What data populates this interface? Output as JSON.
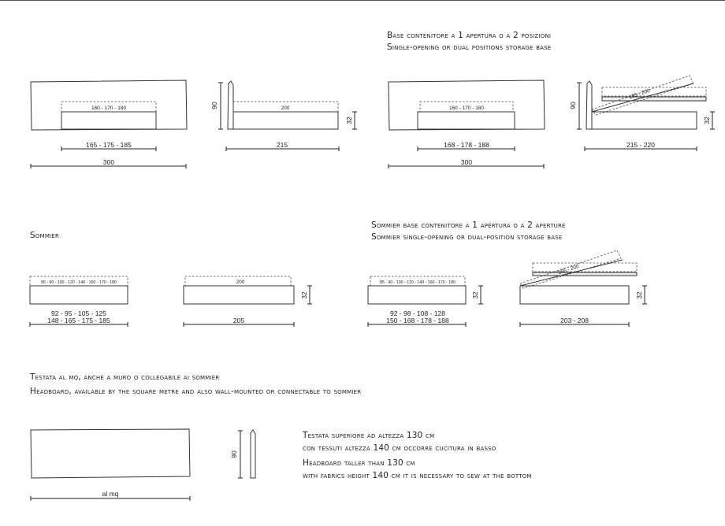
{
  "captions": {
    "storage_it": "Base contenitore a 1 apertura o a 2 posizioni",
    "storage_en": "Single-opening or dual positions storage base",
    "sommier": "Sommier",
    "sommier_storage_it": "Sommier base contenitore a 1 apertura o a 2 aperture",
    "sommier_storage_en": "Sommier single-opening or dual-position storage base",
    "headboard_it": "Testata al mq, anche a muro o collegabile ai sommier",
    "headboard_en": "Headboard, available by the square metre and also wall-mounted or connectable to sommier",
    "note1": "Testata superiore ad altezza 130 cm",
    "note2": "con tessuti altezza 140 cm occorre cucitura in basso",
    "note3": "Headboard taller than 130 cm",
    "note4": "with fabrics height 140 cm it is necessary to sew at the bottom"
  },
  "bed1": {
    "mattress": "160 - 170 - 180",
    "base_width": "165 - 175 - 185",
    "total_width": "300",
    "height": "90",
    "length_mattress": "200",
    "base_height": "32",
    "length": "215"
  },
  "bed2": {
    "mattress": "160 - 170 - 180",
    "base_width": "168 - 178 - 188",
    "total_width": "300",
    "height": "90",
    "lift_length": "195 - 200",
    "base_height": "32",
    "length": "215 - 220"
  },
  "sommier": {
    "mattress": "85 - 90 - 100 - 120 - 140 - 160 - 170 - 180",
    "widths_top": "92 - 95 - 105 - 125",
    "widths_bottom": "148 - 165 - 175 - 185",
    "length_mattress": "200",
    "height": "32",
    "length": "205"
  },
  "sommier_storage": {
    "mattress": "85 - 90 - 100 - 120 - 140 - 160 - 170 - 180",
    "widths_top": "92 - 98 - 108 - 128",
    "widths_bottom": "150 - 168 - 178 - 188",
    "lift_length": "195 - 200",
    "height": "32",
    "length": "203 - 208"
  },
  "headboard": {
    "width": "al mq",
    "height": "90"
  }
}
